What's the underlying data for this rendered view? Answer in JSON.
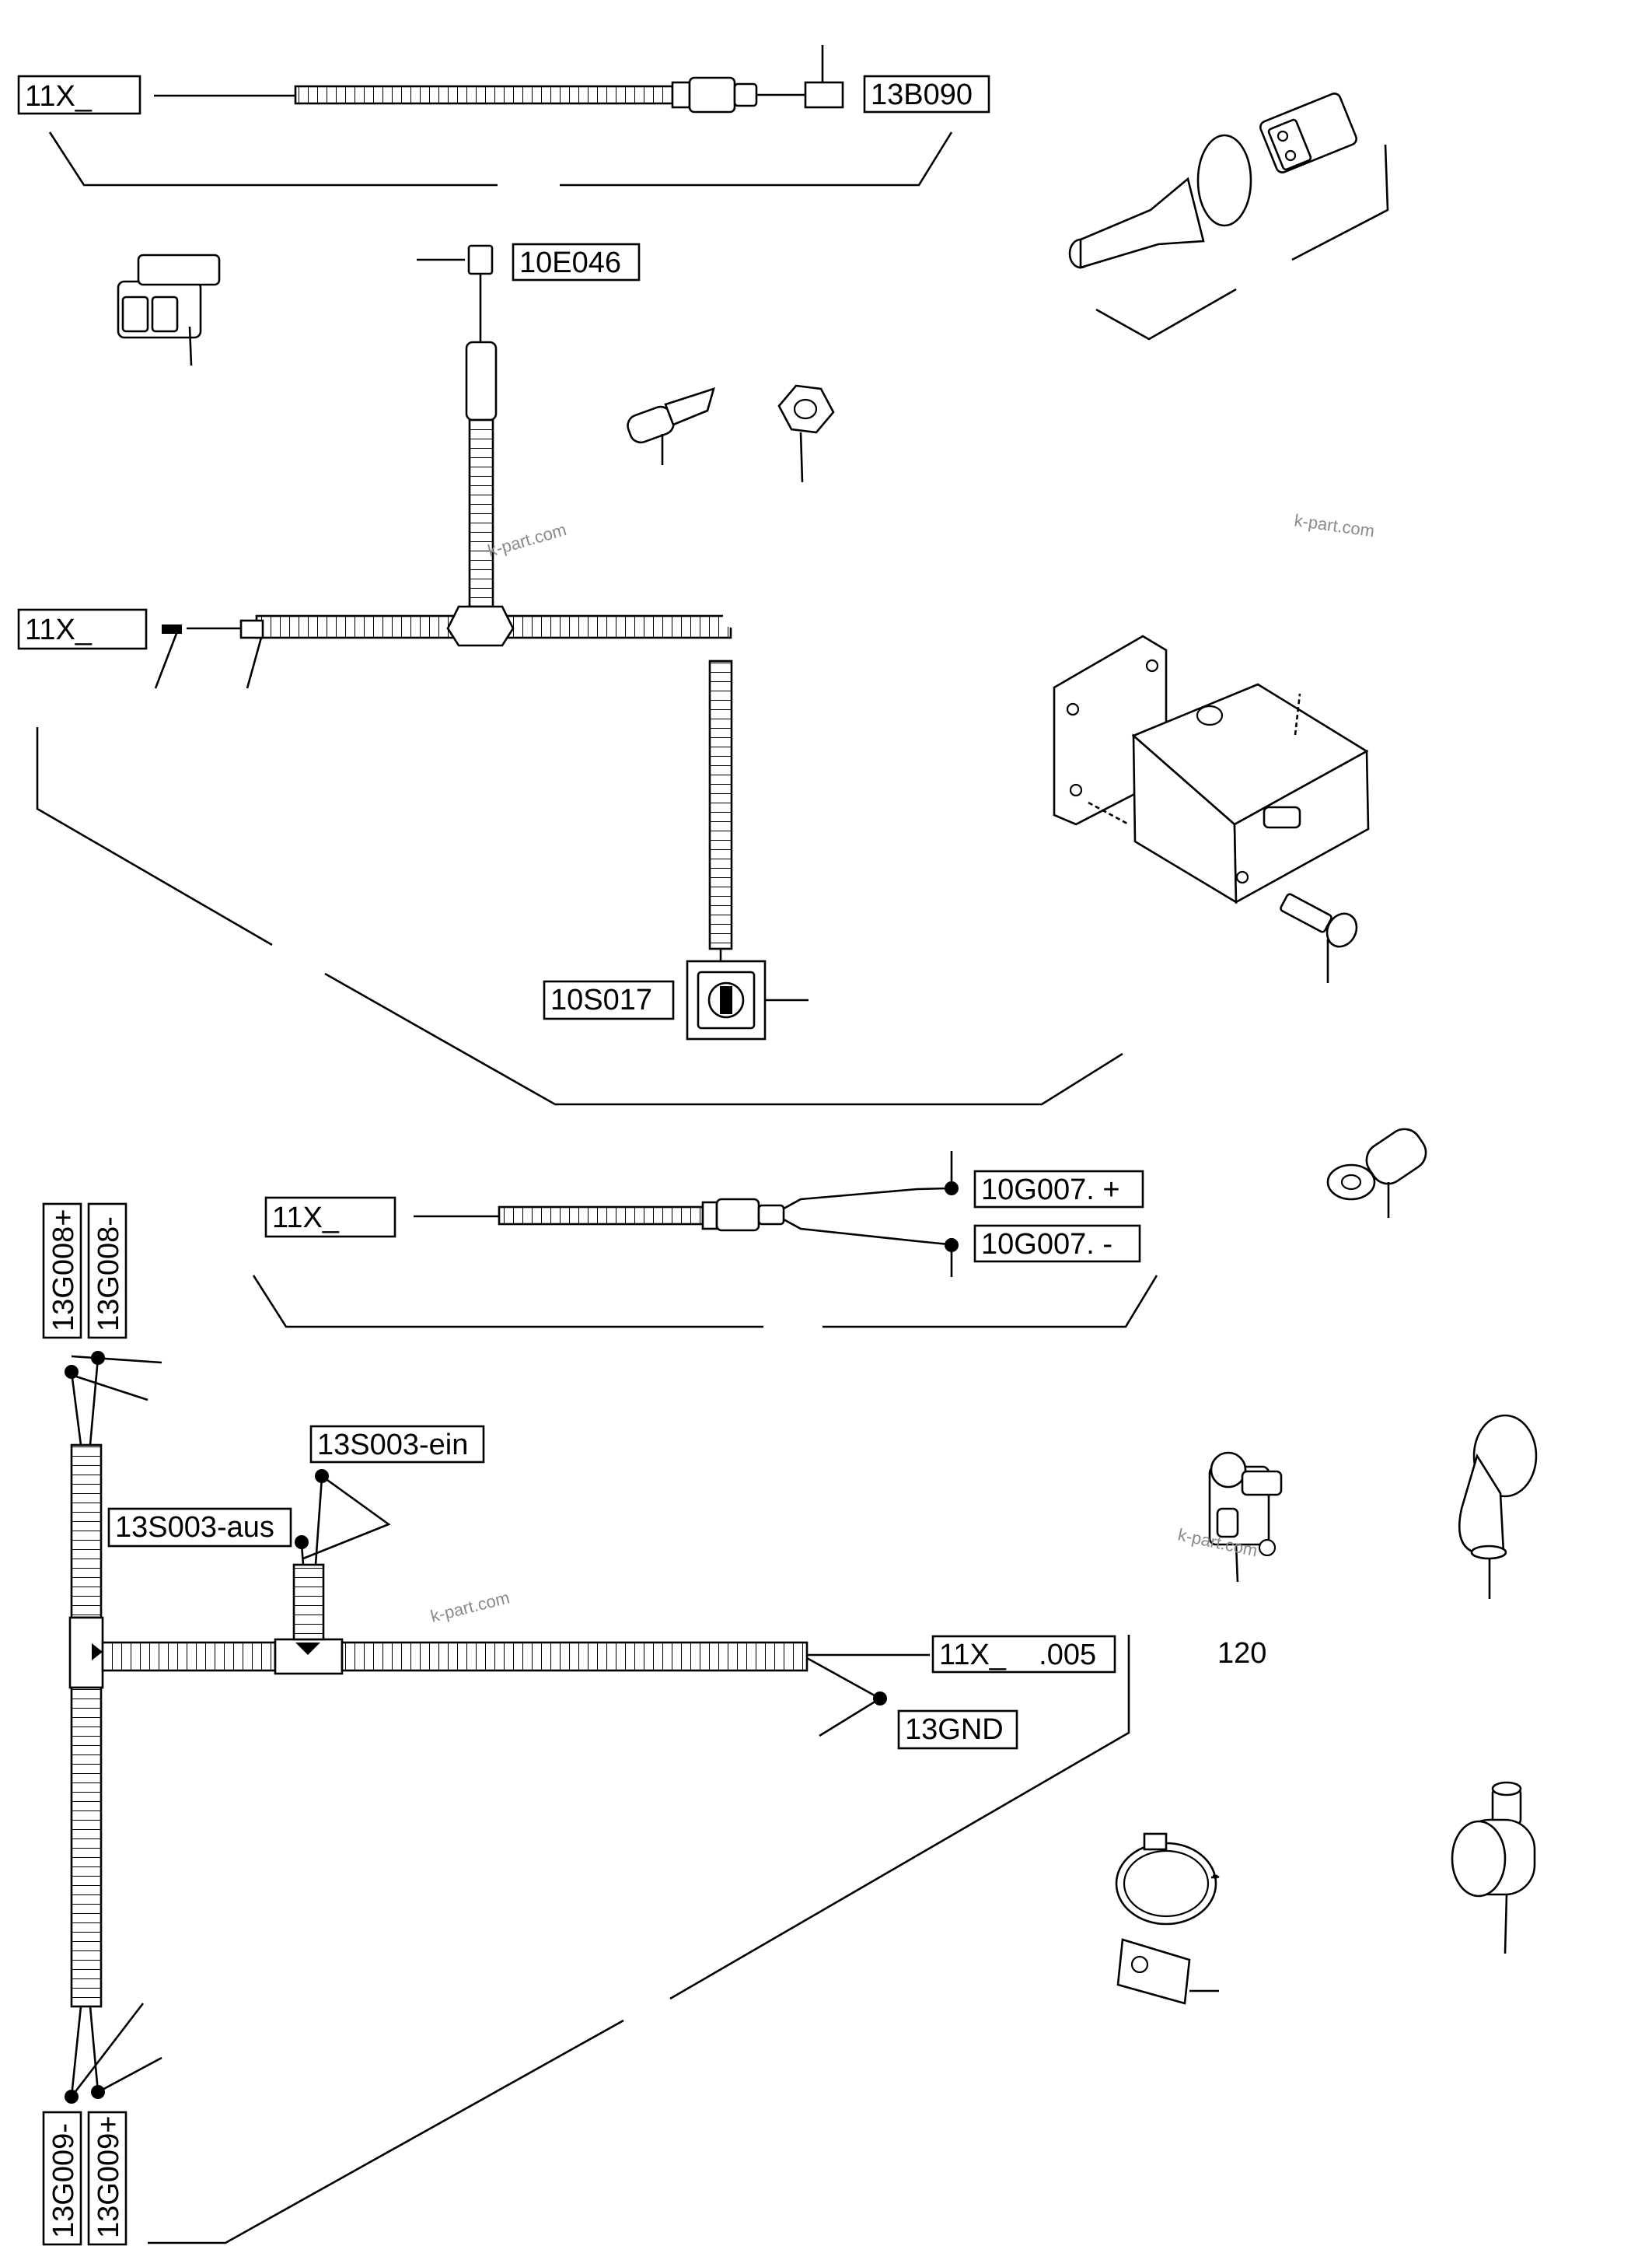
{
  "labels": {
    "conn_11x_a": "11X_",
    "sensor_13b090": "13B090",
    "lamp_10e046": "10E046",
    "conn_11x_b": "11X_",
    "switch_10s017": "10S017",
    "conn_11x_c": "11X_",
    "batt_10g007_plus": "10G007. +",
    "batt_10g007_minus": "10G007. -",
    "batt_13g008_plus": "13G008+",
    "batt_13g008_minus": "13G008-",
    "switch_13s003_ein": "13S003-ein",
    "switch_13s003_aus": "13S003-aus",
    "conn_11x_005": "11X_    .005",
    "ground_13gnd": "13GND",
    "batt_13g009_minus": "13G009-",
    "batt_13g009_plus": "13G009+"
  },
  "ref_number": "120",
  "watermark": "k-part.com"
}
